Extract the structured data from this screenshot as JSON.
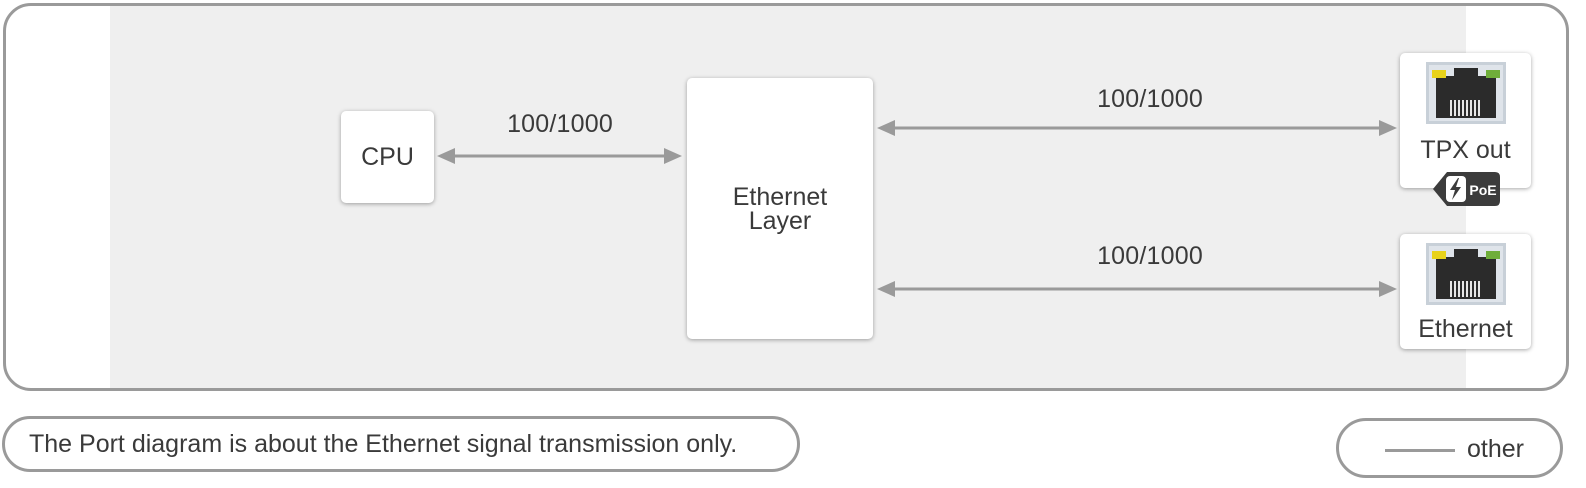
{
  "diagram": {
    "cpu_label": "CPU",
    "ethernet_layer_line1": "Ethernet",
    "ethernet_layer_line2": "Layer",
    "link_cpu_label": "100/1000",
    "link_tpx_label": "100/1000",
    "link_eth_label": "100/1000",
    "ports": [
      {
        "label": "TPX out",
        "icon": "rj45-port-icon",
        "badge": "PoE",
        "badge_icon": "lightning-icon"
      },
      {
        "label": "Ethernet",
        "icon": "rj45-port-icon"
      }
    ],
    "colors": {
      "line": "#9a9a9a",
      "frame_border": "#9a9a9a",
      "panel_bg": "#efefef",
      "led_yellow": "#e8d21a",
      "led_green": "#6fae3a",
      "badge_bg": "#3c3c3c"
    }
  },
  "note": {
    "text": "The Port diagram is about the Ethernet signal transmission only."
  },
  "legend": {
    "items": [
      {
        "label": "other",
        "color": "#9a9a9a"
      }
    ]
  }
}
